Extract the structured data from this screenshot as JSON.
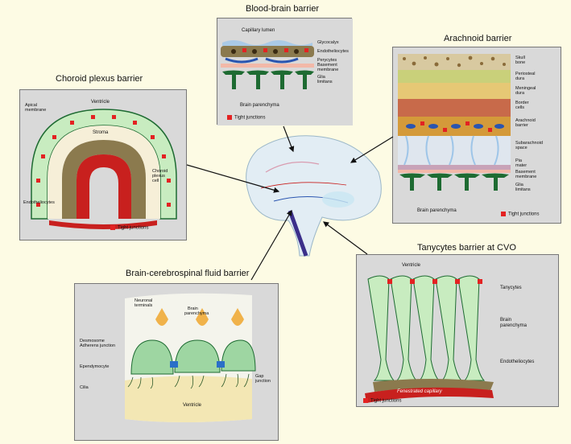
{
  "titles": {
    "bbb": "Blood-brain barrier",
    "arachnoid": "Arachnoid barrier",
    "choroid": "Choroid plexus barrier",
    "tanycytes": "Tanycytes barrier at CVO",
    "bcsf": "Brain-cerebrospinal fluid barrier"
  },
  "bbb": {
    "top": "Capillary lumen",
    "layers": [
      "Glycocalyx",
      "Endotheliocytes",
      "Perycytes",
      "Basement",
      "membrane",
      "Glia",
      "limitans"
    ],
    "bottom": "Brain parenchyma",
    "legend": "Tight junctions"
  },
  "arachnoid": {
    "layers": [
      "Skull",
      "bone",
      "Periosteal",
      "dura",
      "Meningeal",
      "dura",
      "Border",
      "cells",
      "Arachnoid",
      "barrier",
      "Subarachnoid",
      "space",
      "Pia",
      "mater",
      "Basement",
      "membrane",
      "Glia",
      "limitans"
    ],
    "bottom": "Brain parenchyma",
    "legend": "Tight junctions"
  },
  "choroid": {
    "ventricle": "Ventricle",
    "apical1": "Apical",
    "apical2": "membrane",
    "stroma": "Stroma",
    "cell1": "Choroid",
    "cell2": "plexus",
    "cell3": "cell",
    "endo": "Endotheliocytes",
    "legend": "Tight junctions"
  },
  "tanycytes": {
    "ventricle": "Ventricle",
    "tanycytes": "Tanycytes",
    "brain1": "Brain",
    "brain2": "parenchyma",
    "endo": "Endotheliocytes",
    "capillary": "Fenestrated capillary",
    "legend": "Tight junctions"
  },
  "bcsf": {
    "neuronal1": "Neuronal",
    "neuronal2": "terminals",
    "brain1": "Brain",
    "brain2": "parenchyma",
    "desmo1": "Desmosome",
    "desmo2": "Adherens junction",
    "ependymocyte": "Ependymocyte",
    "cilia": "Cilia",
    "gap1": "Gap",
    "gap2": "junction",
    "ventricle": "Ventricle"
  },
  "colors": {
    "background": "#fdfbe4",
    "panel": "#d9d9d9",
    "tight_junction": "#e32222",
    "endothelium": "#8b7a4e",
    "capillary": "#c8201e",
    "glia": "#1e6b32",
    "cell_green": "#c8ecc0"
  }
}
